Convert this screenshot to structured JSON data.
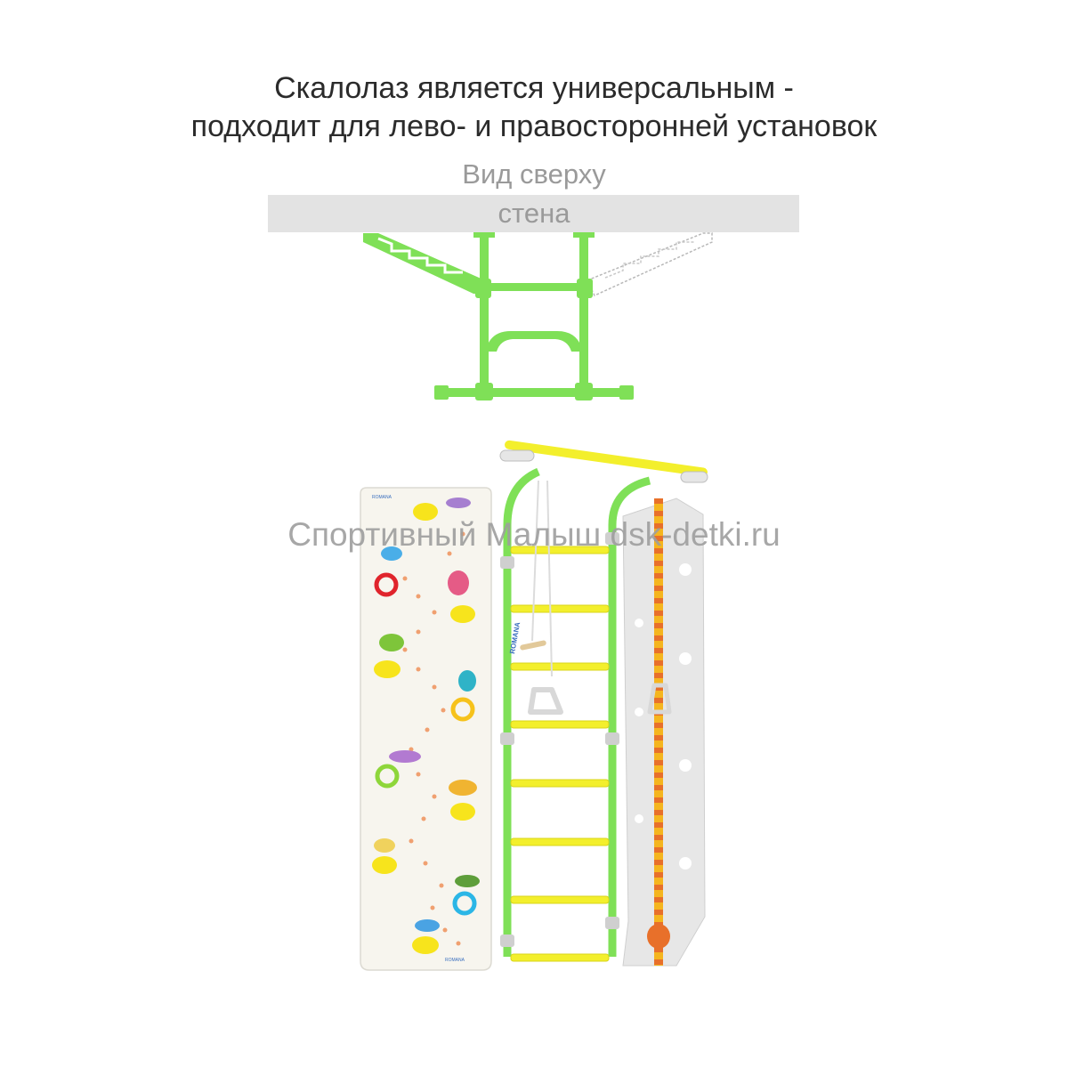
{
  "headline": {
    "line1": "Скалолаз является универсальным -",
    "line2": "подходит для лево- и правосторонней установок"
  },
  "top_view": {
    "label": "Вид сверху",
    "wall_label": "стена"
  },
  "brand_label": "ROMANA",
  "watermark": "Спортивный Малыш dsk-detki.ru",
  "colors": {
    "frame_green": "#7fe057",
    "rung_yellow": "#f3ef2c",
    "wall_gray": "#e3e3e3",
    "board_white": "#f7f5ee",
    "hold_yellow": "#f7e41c",
    "rope_orange": "#e8702a"
  }
}
